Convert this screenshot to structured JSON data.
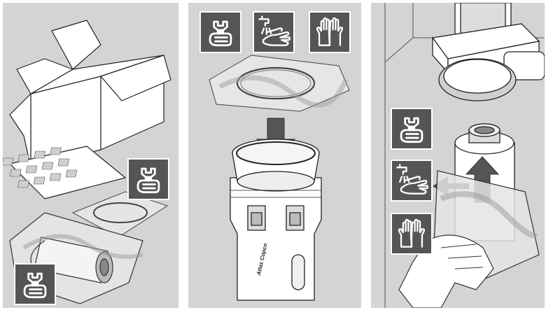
{
  "panels": [
    {
      "step": "unpack",
      "icons": [
        "maintenance-icon",
        "maintenance-icon"
      ]
    },
    {
      "step": "insert-element",
      "icons": [
        "maintenance-icon",
        "wash-hands-icon",
        "gloves-icon"
      ]
    },
    {
      "step": "replace-cartridge",
      "icons": [
        "maintenance-icon",
        "wash-hands-icon",
        "gloves-icon"
      ]
    }
  ],
  "brand": {
    "logo_text": "Atlas Copco"
  },
  "colors": {
    "panel_bg": "#d4d4d4",
    "icon_bg": "#555555",
    "arrow": "#555555",
    "line": "#222222"
  }
}
